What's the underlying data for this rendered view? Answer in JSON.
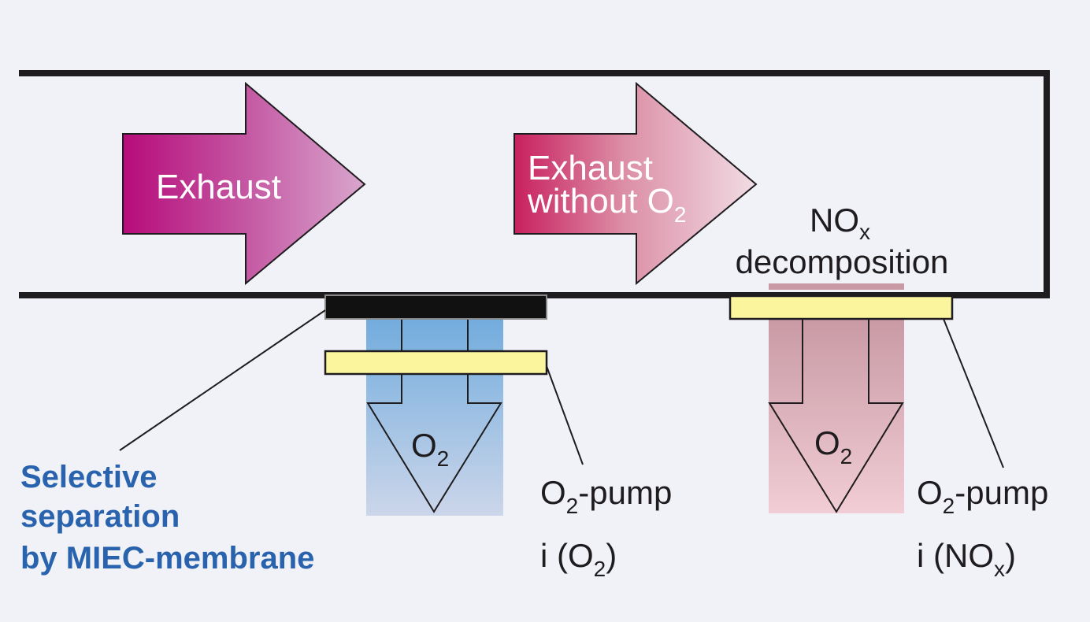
{
  "diagram": {
    "title": "O2 separation and NOx decomposition via MIEC membrane",
    "colors": {
      "background": "#f1f2f8",
      "channel_wall": "#1e1c1e",
      "exhaust_arrow_start": "#b70b7a",
      "exhaust_arrow_end": "#d9a2cc",
      "exhaust_no_o2_start": "#c8205e",
      "exhaust_no_o2_end": "#f1dbe4",
      "membrane": "#111111",
      "electrode": "#fbf59e",
      "o2_column_blue_top": "#72acdd",
      "o2_column_blue_bottom": "#ccd6ea",
      "o2_column_pink_top": "#c99aa5",
      "o2_column_pink_bottom": "#f1ccd4",
      "decomposition_zone": "#c99aa5",
      "callout_text": "#2a63ad"
    },
    "arrows": {
      "exhaust": {
        "label": "Exhaust"
      },
      "exhaust_without_o2": {
        "line1": "Exhaust",
        "line2_main": "without O",
        "line2_sub": "2"
      }
    },
    "nox_decomposition": {
      "line1_main": "NO",
      "line1_sub": "x",
      "line2": "decomposition"
    },
    "left_pump": {
      "flow_label_main": "O",
      "flow_label_sub": "2",
      "pump_label_main": "O",
      "pump_label_sub": "2",
      "pump_label_rest": "-pump",
      "current_label_pre": "i (O",
      "current_label_sub": "2",
      "current_label_post": ")"
    },
    "right_pump": {
      "flow_label_main": "O",
      "flow_label_sub": "2",
      "pump_label_main": "O",
      "pump_label_sub": "2",
      "pump_label_rest": "-pump",
      "current_label_pre": "i (NO",
      "current_label_sub": "x",
      "current_label_post": ")"
    },
    "membrane_callout": {
      "lines": [
        "Selective",
        "separation",
        "by MIEC-membrane"
      ]
    }
  }
}
